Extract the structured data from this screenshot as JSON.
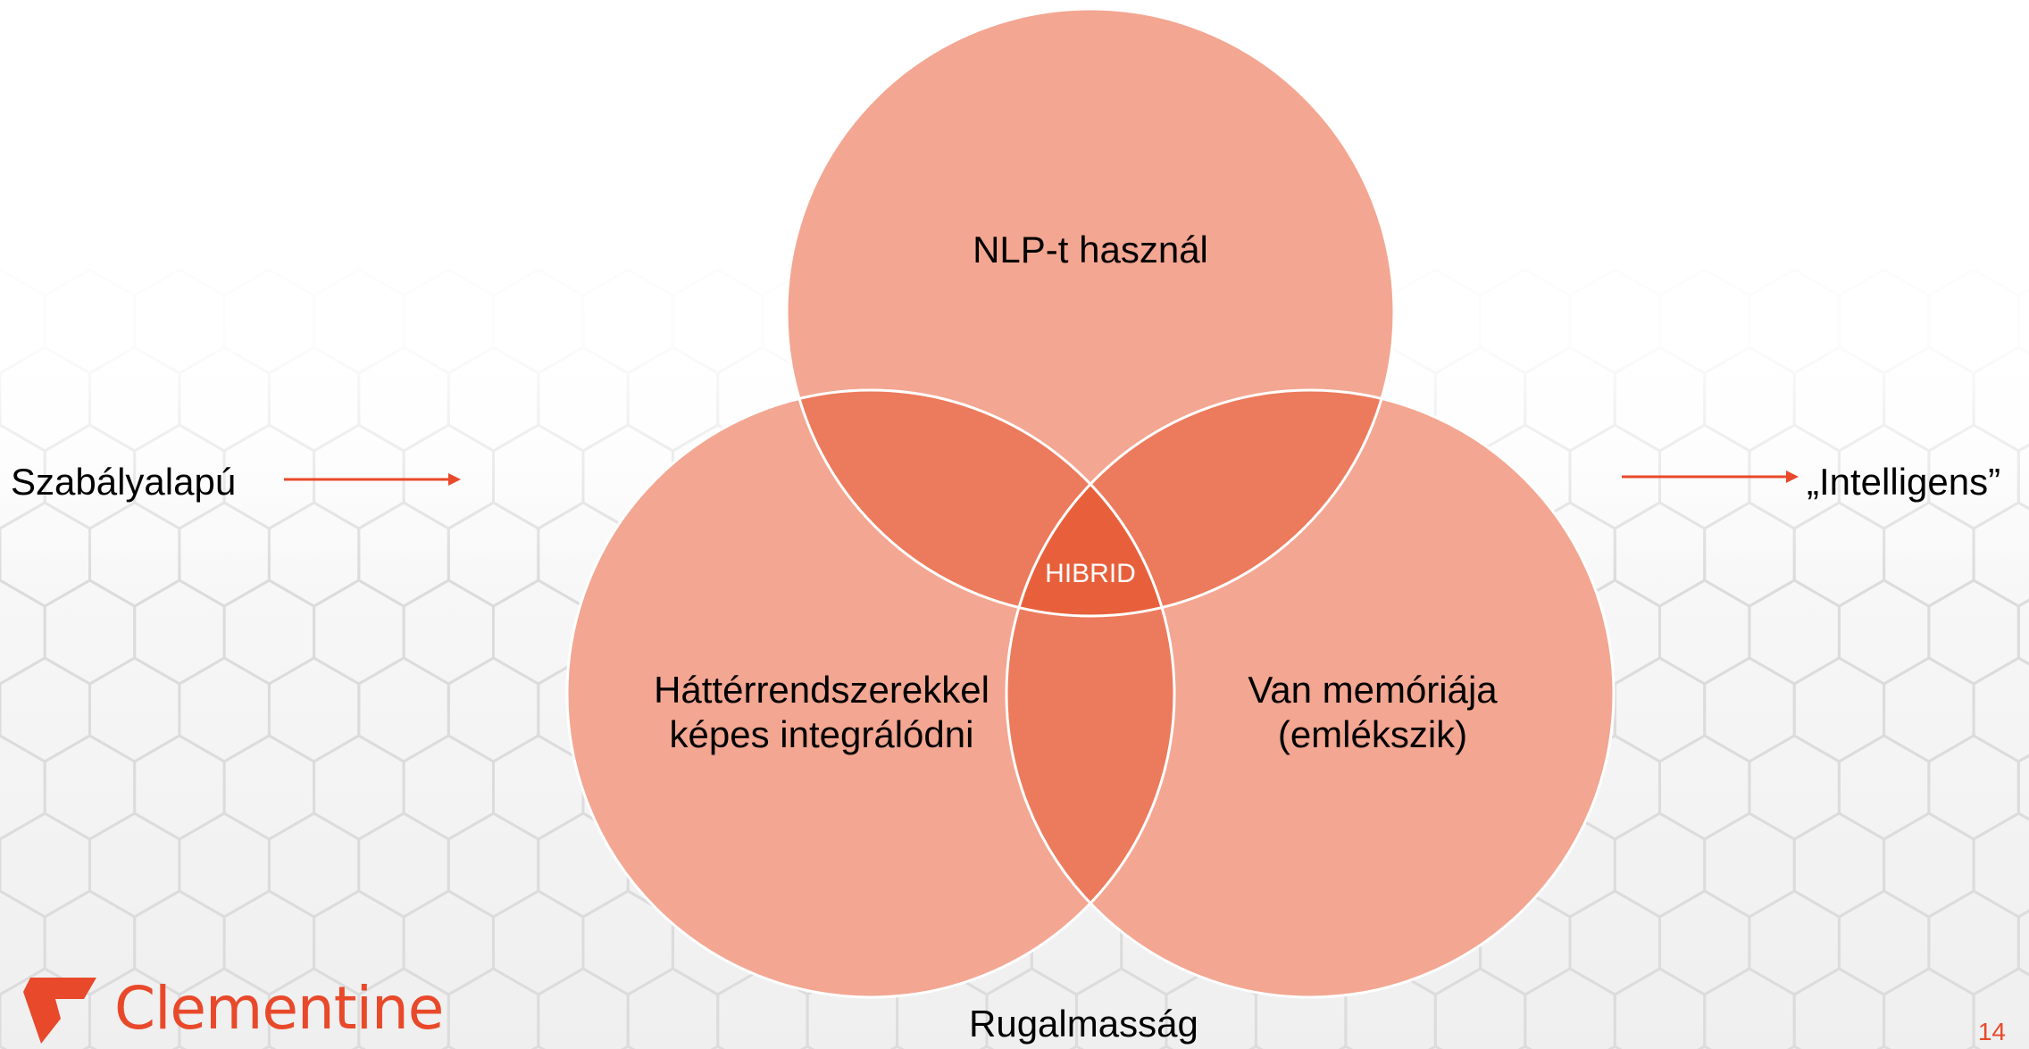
{
  "diagram": {
    "circles": [
      {
        "label": "NLP-t használ"
      },
      {
        "label_line1": "Háttérrendszerekkel",
        "label_line2": "képes integrálódni"
      },
      {
        "label_line1": "Van memóriája",
        "label_line2": "(emlékszik)"
      }
    ],
    "center_label": "HIBRID",
    "bottom_label": "Rugalmasság",
    "left_label": "Szabályalapú",
    "right_label": "„Intelligens”"
  },
  "footer": {
    "logo_text": "Clementine",
    "page_number": "14"
  },
  "colors": {
    "circle_fill": "#f3a691",
    "overlap_fill": "#ec7a5c",
    "center_fill": "#e8603b",
    "accent": "#e8492a"
  }
}
